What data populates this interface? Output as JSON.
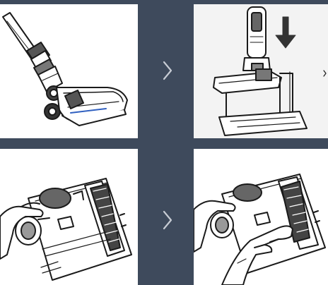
{
  "colors": {
    "background": "#3e4a5c",
    "panel": "#ffffff",
    "line": "#1a1a1a",
    "chevron": "#c7ccd4"
  },
  "steps": [
    {
      "illustration": "vacuum-floor-head-attached-to-wand"
    },
    {
      "illustration": "vacuum-upright-in-charging-stand"
    },
    {
      "illustration": "floor-head-underside-brush-roll"
    },
    {
      "illustration": "hand-removing-brush-roll"
    }
  ],
  "icons": {
    "step_arrow": "chevron-right-icon",
    "insert_arrow": "arrow-down-icon"
  }
}
